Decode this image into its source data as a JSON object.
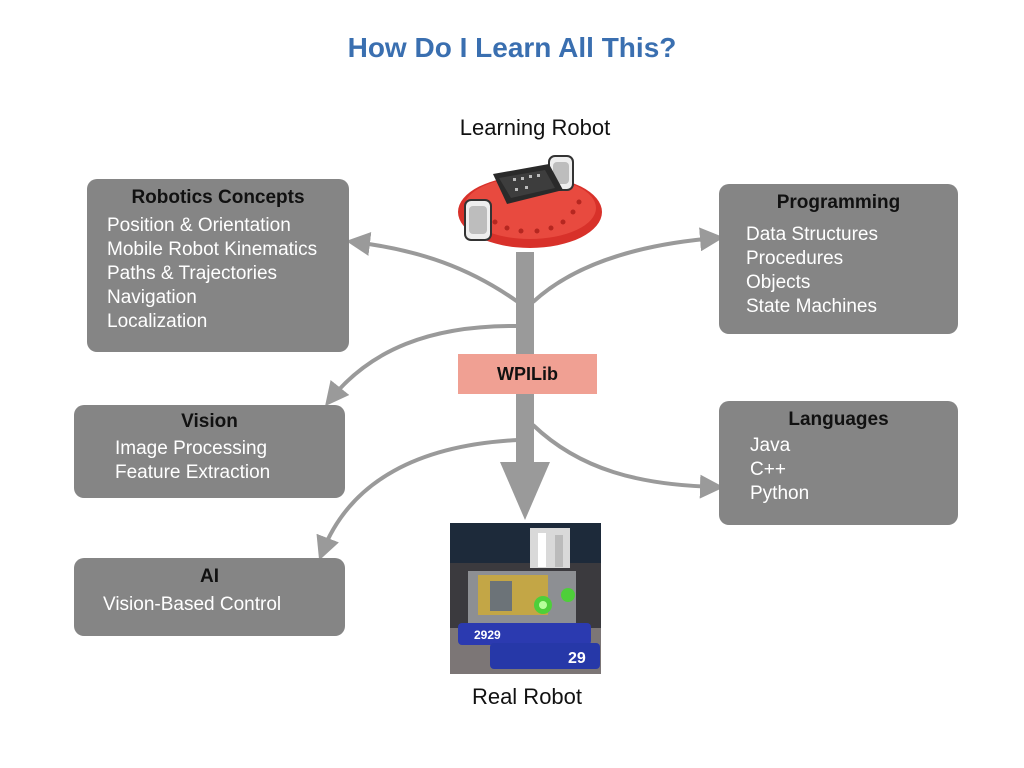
{
  "title": "How Do I Learn All This?",
  "learning_robot_caption": "Learning Robot",
  "real_robot_caption": "Real Robot",
  "center_label": "WPILib",
  "boxes": {
    "robotics": {
      "title": "Robotics Concepts",
      "items": [
        "Position & Orientation",
        "Mobile Robot Kinematics",
        "Paths & Trajectories",
        "Navigation",
        "Localization"
      ]
    },
    "vision": {
      "title": "Vision",
      "items": [
        "Image Processing",
        "Feature Extraction"
      ]
    },
    "ai": {
      "title": "AI",
      "items": [
        "Vision-Based Control"
      ]
    },
    "programming": {
      "title": "Programming",
      "items": [
        "Data Structures",
        "Procedures",
        "Objects",
        "State Machines"
      ]
    },
    "languages": {
      "title": "Languages",
      "items": [
        "Java",
        "C++",
        "Python"
      ]
    }
  },
  "colors": {
    "title": "#3a6fb0",
    "box_fill": "#858585",
    "box_heading": "#111111",
    "box_text": "#ffffff",
    "connector": "#9a9a9a",
    "wpilib_fill": "#f0a093"
  }
}
